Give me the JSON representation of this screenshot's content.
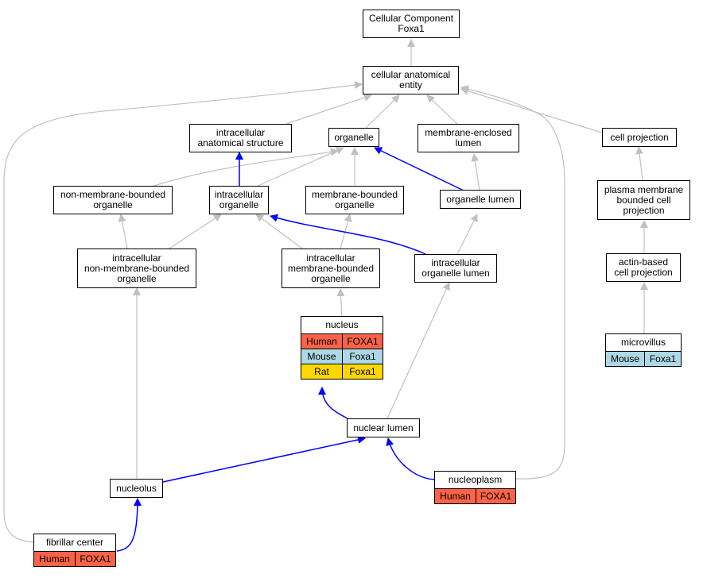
{
  "nodes": {
    "cc_root": "Cellular Component\nFoxa1",
    "cae": "cellular anatomical\nentity",
    "ias": "intracellular\nanatomical structure",
    "organelle": "organelle",
    "mel": "membrane-enclosed\nlumen",
    "cell_projection": "cell projection",
    "nmbo": "non-membrane-bounded\norganelle",
    "io": "intracellular\norganelle",
    "mbo": "membrane-bounded\norganelle",
    "organelle_lumen": "organelle lumen",
    "pmbcp": "plasma membrane\nbounded cell\nprojection",
    "inmbo": "intracellular\nnon-membrane-bounded\norganelle",
    "imbo": "intracellular\nmembrane-bounded\norganelle",
    "iol": "intracellular\norganelle lumen",
    "acp": "actin-based\ncell projection",
    "nucleus": "nucleus",
    "microvillus": "microvillus",
    "nuclear_lumen": "nuclear lumen",
    "nucleolus": "nucleolus",
    "nucleoplasm": "nucleoplasm",
    "fibrillar_center": "fibrillar center"
  },
  "gene_tables": {
    "nucleus": [
      {
        "species": "Human",
        "gene": "FOXA1",
        "color": "#fa6347"
      },
      {
        "species": "Mouse",
        "gene": "Foxa1",
        "color": "#add8e6"
      },
      {
        "species": "Rat",
        "gene": "Foxa1",
        "color": "#ffd700"
      }
    ],
    "microvillus": [
      {
        "species": "Mouse",
        "gene": "Foxa1",
        "color": "#add8e6"
      }
    ],
    "nucleoplasm": [
      {
        "species": "Human",
        "gene": "FOXA1",
        "color": "#fa6347"
      }
    ],
    "fibrillar_center": [
      {
        "species": "Human",
        "gene": "FOXA1",
        "color": "#fa6347"
      }
    ]
  },
  "edge_colors": {
    "is_a": "#c0c0c0",
    "part_of": "#0000ff"
  }
}
